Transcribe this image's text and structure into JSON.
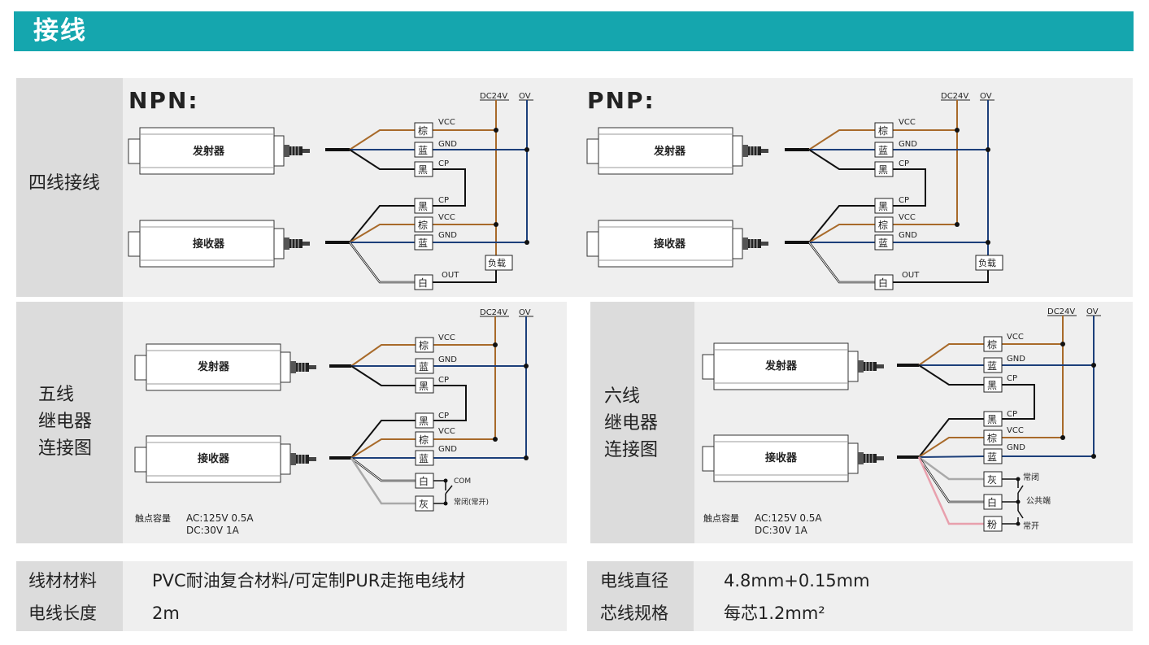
{
  "header": {
    "title": "接线"
  },
  "sections": {
    "four_wire": {
      "label": "四线接线"
    },
    "five_wire": {
      "label_lines": [
        "五线",
        "继电器",
        "连接图"
      ]
    },
    "six_wire": {
      "label_lines": [
        "六线",
        "继电器",
        "连接图"
      ]
    }
  },
  "npn": {
    "title": "NPN:"
  },
  "pnp": {
    "title": "PNP:"
  },
  "common": {
    "emitter": "发射器",
    "receiver": "接收器",
    "dc24v": "DC24V",
    "zero_v": "OV",
    "vcc": "VCC",
    "gnd": "GND",
    "cp": "CP",
    "out": "OUT",
    "load": "负载",
    "brown": "棕",
    "blue": "蓝",
    "black": "黑",
    "white": "白",
    "grey": "灰",
    "pink": "粉",
    "com": "COM",
    "nc_no": "常闭(常开)",
    "nc": "常闭",
    "common_end": "公共端",
    "no": "常开",
    "contact_cap": "触点容量",
    "ac_rating": "AC:125V 0.5A",
    "dc_rating": "DC:30V 1A"
  },
  "specs": {
    "left": [
      {
        "label": "线材材料",
        "value": "PVC耐油复合材料/可定制PUR走拖电线材"
      },
      {
        "label": "电线长度",
        "value": "2m"
      }
    ],
    "right": [
      {
        "label": "电线直径",
        "value": "4.8mm+0.15mm"
      },
      {
        "label": "芯线规格",
        "value": "每芯1.2mm²"
      }
    ]
  },
  "colors": {
    "accent": "#15a6ae",
    "brown_wire": "#a86a2a",
    "blue_wire": "#1c3f7a",
    "black_wire": "#111111",
    "grey_wire": "#a9a9a9",
    "pink_wire": "#e8a0ad"
  }
}
